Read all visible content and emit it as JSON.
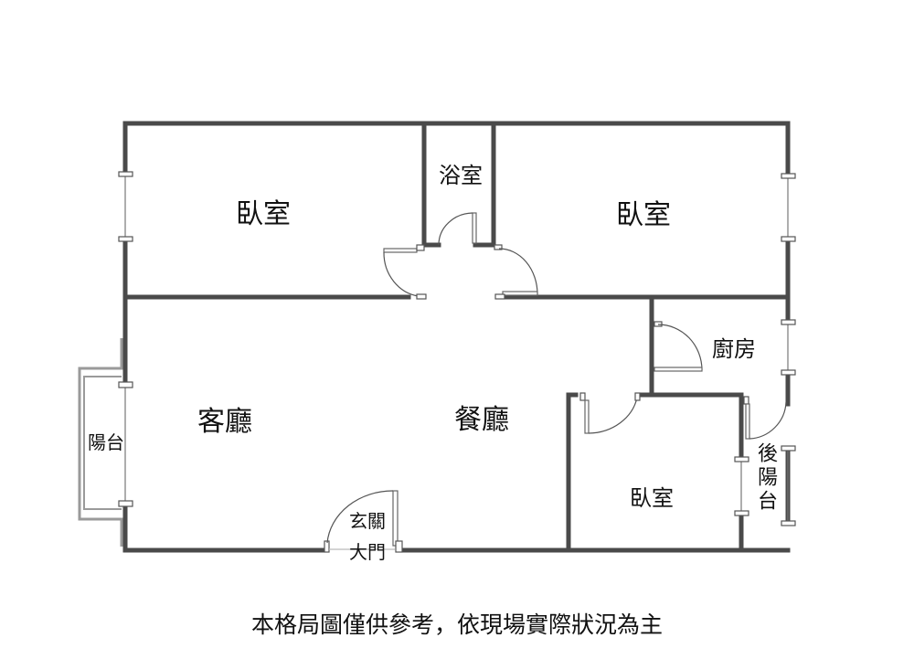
{
  "floorplan": {
    "rooms": [
      {
        "id": "bedroom-1",
        "label": "臥室"
      },
      {
        "id": "bathroom",
        "label": "浴室"
      },
      {
        "id": "bedroom-2",
        "label": "臥室"
      },
      {
        "id": "kitchen",
        "label": "廚房"
      },
      {
        "id": "living-room",
        "label": "客廳"
      },
      {
        "id": "dining-room",
        "label": "餐廳"
      },
      {
        "id": "bedroom-3",
        "label": "臥室"
      },
      {
        "id": "rear-balcony",
        "label": "後陽台"
      },
      {
        "id": "balcony",
        "label": "陽台"
      }
    ],
    "entrance": {
      "line1": "玄關",
      "line2": "大門"
    },
    "wall_color": "#4a4a4a",
    "balcony_outline_color": "#9a9a9a"
  },
  "caption": "本格局圖僅供參考，依現場實際狀況為主"
}
